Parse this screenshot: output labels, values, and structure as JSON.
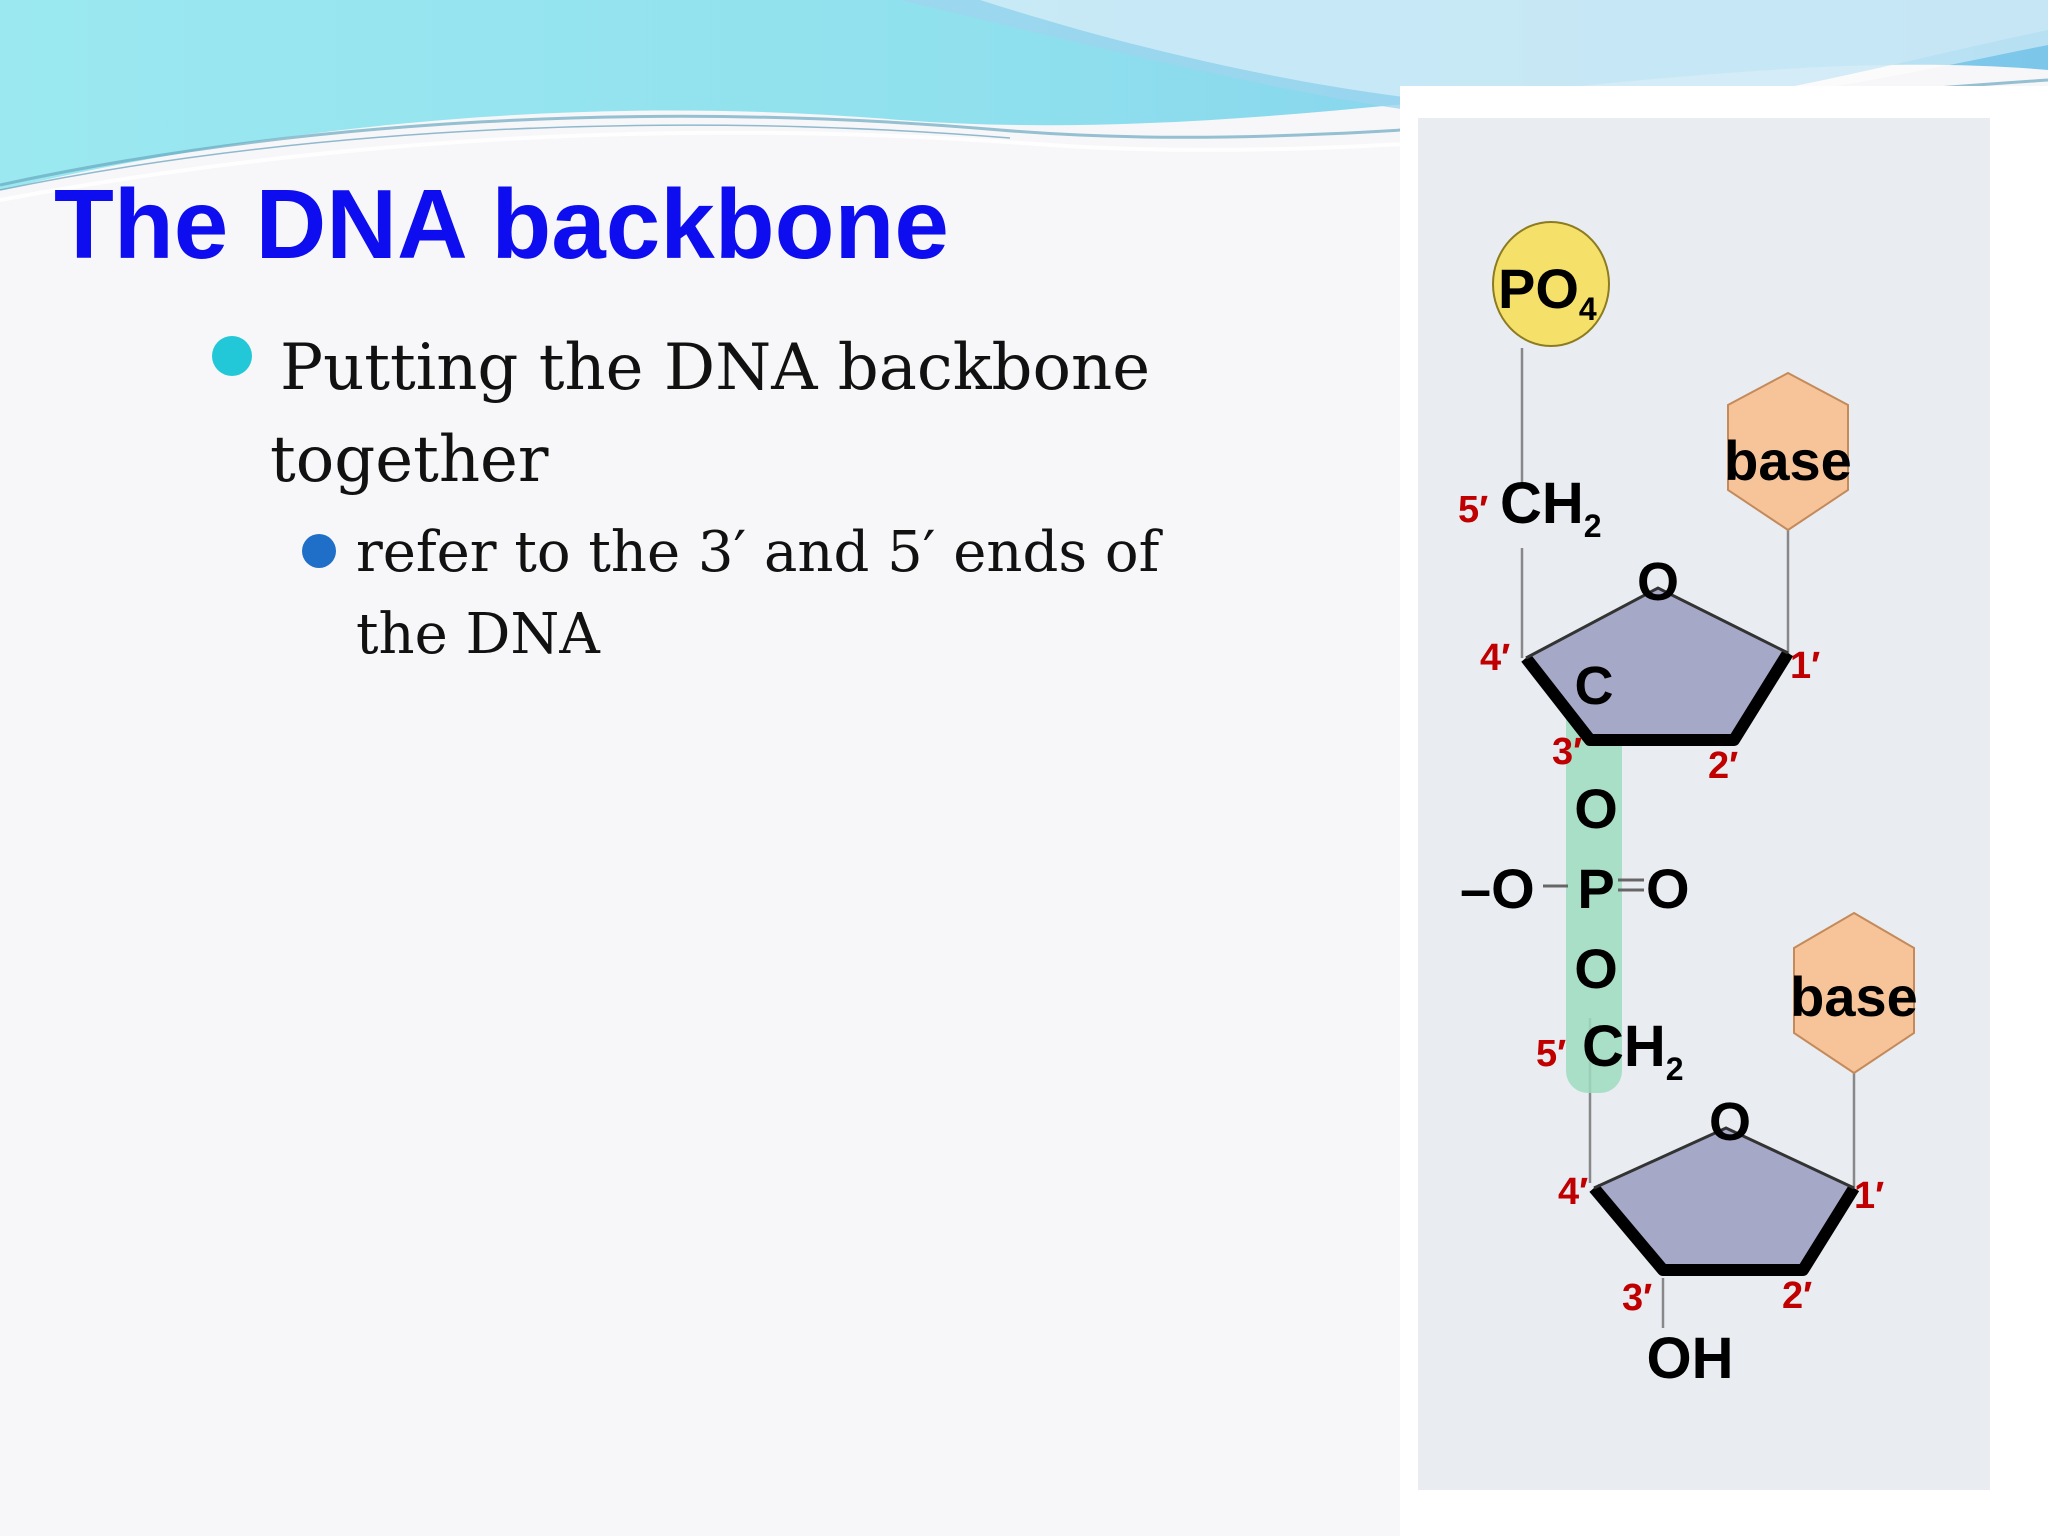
{
  "slide": {
    "title": "The DNA backbone",
    "bullets": [
      {
        "line1": "Putting the DNA backbone",
        "line2": "together"
      },
      {
        "line1": "refer to the 3′ and 5′ ends of",
        "line2": "the DNA"
      }
    ]
  },
  "diagram": {
    "phosphate_label": "PO",
    "phosphate_sub": "4",
    "base_label": "base",
    "ch2_label": "CH",
    "ch2_sub": "2",
    "ring_oxygen": "O",
    "carbon_label": "C",
    "bridge_o_top": "O",
    "bridge_p": "P",
    "bridge_o_left": "–O",
    "bridge_o_right": "O",
    "bridge_o_bottom": "O",
    "hydroxyl": "OH",
    "primes": {
      "one": "1′",
      "two": "2′",
      "three": "3′",
      "four": "4′",
      "five": "5′"
    },
    "colors": {
      "phosphate": "#f5e06a",
      "base": "#f7c49a",
      "sugar": "#a6a8c8",
      "highlight": "#9fdcc0",
      "prime_label": "#c00000",
      "panel": "#e9edf2"
    }
  }
}
